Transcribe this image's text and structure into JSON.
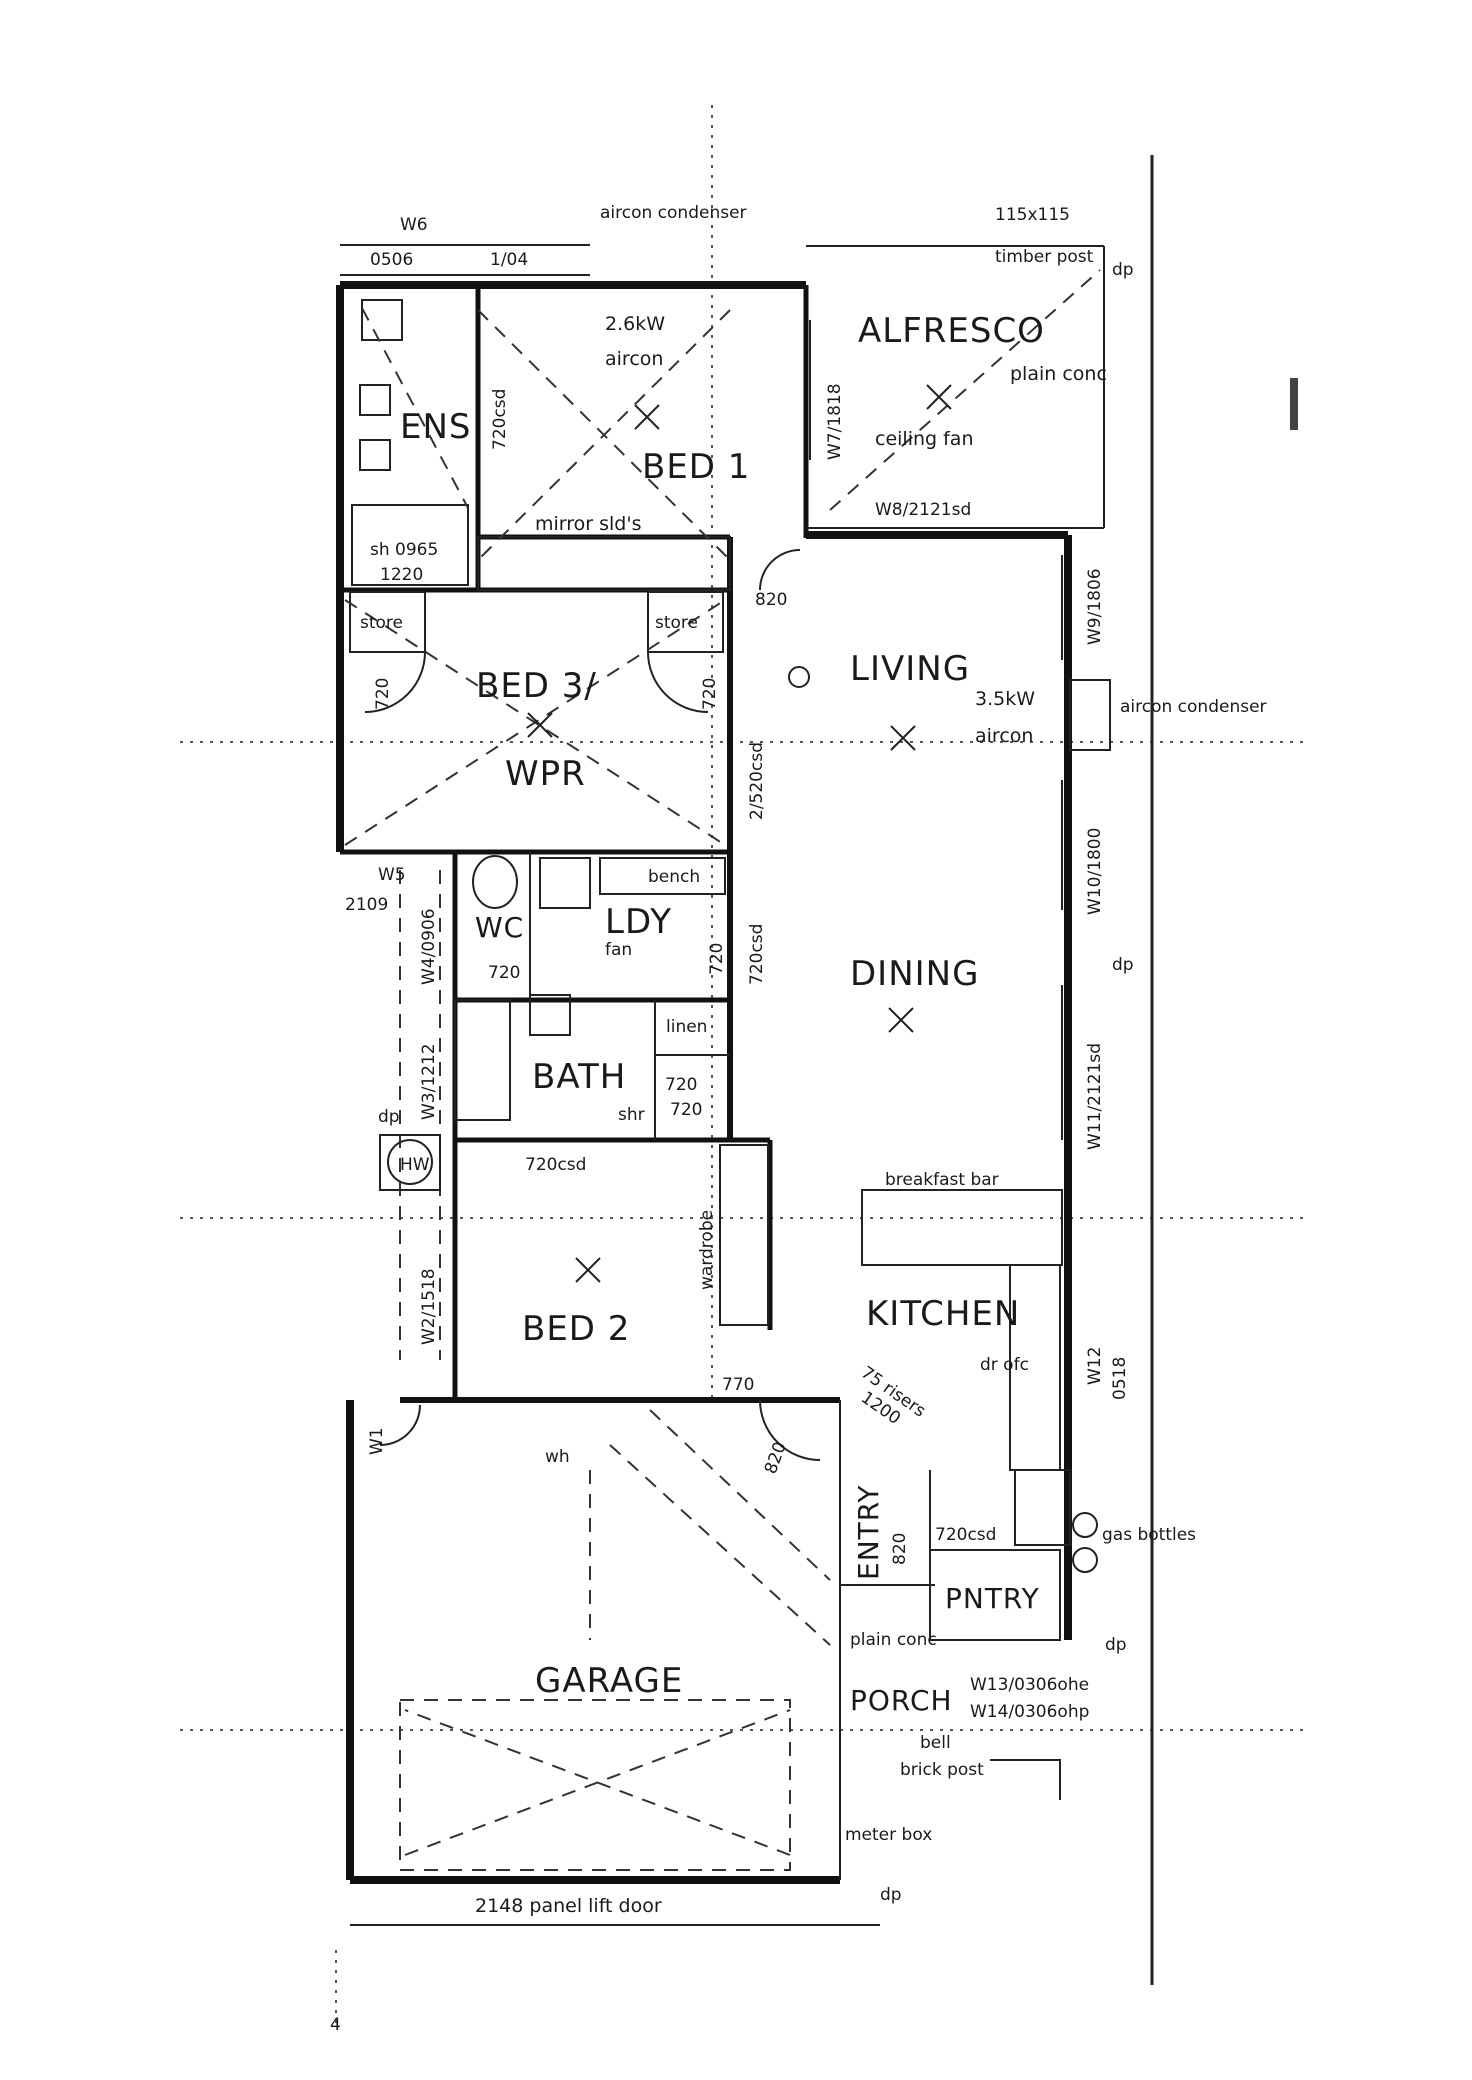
{
  "rooms": {
    "ens": "ENS",
    "bed1": "BED 1",
    "alfresco": "ALFRESCO",
    "bed3": "BED 3/",
    "wpr": "WPR",
    "living": "LIVING",
    "wc": "WC",
    "ldy": "LDY",
    "bath": "BATH",
    "dining": "DINING",
    "bed2": "BED 2",
    "kitchen": "KITCHEN",
    "garage": "GARAGE",
    "entry": "ENTRY",
    "pntry": "PNTRY",
    "porch": "PORCH"
  },
  "notes": {
    "w6": "W6",
    "w6_size": "0506",
    "w6_dim": "1/04",
    "aircon_condenser_top": "aircon condenser",
    "post_size": "115x115",
    "timber_post": "timber post",
    "dp_top": "dp",
    "aircon_bed1_power": "2.6kW",
    "aircon_bed1": "aircon",
    "w7": "W7/1818",
    "plain_conc_alfresco": "plain conc",
    "ceiling_fan": "ceiling fan",
    "w8": "W8/2121sd",
    "ens_door": "720csd",
    "mirror_sld": "mirror sld's",
    "sh_size": "sh 0965",
    "sh_size2": "1220",
    "door_820_living": "820",
    "store_left": "store",
    "store_right": "store",
    "door_720_left": "720",
    "door_720_right": "720",
    "w9": "W9/1806",
    "aircon_living_power": "3.5kW",
    "aircon_living": "aircon",
    "aircon_condenser_right": "aircon condenser",
    "door_2_520": "2/520csd",
    "w5": "W5",
    "w5_size": "2109",
    "w4": "W4/0906",
    "w10": "W10/1800",
    "bench": "bench",
    "door_720_wc": "720",
    "fan": "fan",
    "door_720_ldy": "720",
    "door_720csd_ldy": "720csd",
    "dp_right_mid": "dp",
    "lnn": "linen",
    "w3": "W3/1212",
    "shr": "shr",
    "door_720_bath": "720",
    "door_720_bath2": "720",
    "w11": "W11/2121sd",
    "dp_left": "dp",
    "hw": "HW",
    "door_720csd_bed2": "720csd",
    "breakfast_bar": "breakfast bar",
    "wardrobe": "wardrobe",
    "w2": "W2/1518",
    "door_770": "770",
    "door_820_garage": "820",
    "door_820_entry": "820",
    "stair_1": "75 risers",
    "stair_2": "1200",
    "dr_ofc": "dr ofc",
    "w12": "W12",
    "w12_size": "0518",
    "w1": "W1",
    "wh": "wh",
    "door_720csd_pantry": "720csd",
    "gas_bottles": "gas bottles",
    "plain_conc_porch": "plain conc",
    "dp_porch": "dp",
    "w13": "W13/0306ohe",
    "w14": "W14/0306ohp",
    "bell": "bell",
    "brick_post": "brick post",
    "meter_box": "meter box",
    "dp_bottom": "dp",
    "garage_door": "2148 panel lift door",
    "dim_4": "4"
  }
}
